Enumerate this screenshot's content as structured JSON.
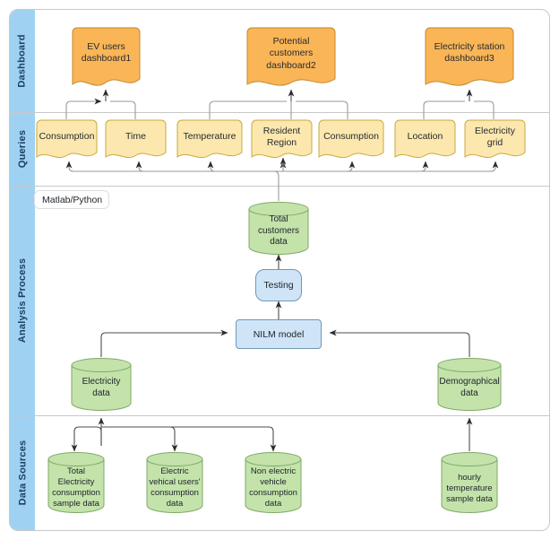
{
  "diagram": {
    "title": "EV data analysis architecture swimlane diagram",
    "colors": {
      "lane_band": "#9fd2f2",
      "dashboard_fill": "#fab557",
      "dashboard_stroke": "#c08a2e",
      "query_fill": "#fce8ae",
      "query_stroke": "#c8a93f",
      "data_fill": "#c3e3ab",
      "data_stroke": "#7fa867",
      "process_fill": "#cfe5f7",
      "process_stroke": "#6f97b5",
      "line": "#4d4d4d",
      "frame": "#c8c8c8"
    },
    "lanes": [
      {
        "id": "dashboard",
        "label": "Dashboard"
      },
      {
        "id": "queries",
        "label": "Queries"
      },
      {
        "id": "analysis",
        "label": "Analysis Process"
      },
      {
        "id": "sources",
        "label": "Data Sources"
      }
    ],
    "annotation": {
      "label": "Matlab/Python"
    },
    "dashboards": [
      {
        "id": "dashboard1",
        "label": "EV users\ndashboard1"
      },
      {
        "id": "dashboard2",
        "label": "Potential\ncustomers\ndashboard2"
      },
      {
        "id": "dashboard3",
        "label": "Electricity station\ndashboard3"
      }
    ],
    "queries": [
      {
        "id": "q-consumption-1",
        "label": "Consumption"
      },
      {
        "id": "q-time",
        "label": "Time"
      },
      {
        "id": "q-temperature",
        "label": "Temperature"
      },
      {
        "id": "q-resident-region",
        "label": "Resident\nRegion"
      },
      {
        "id": "q-consumption-2",
        "label": "Consumption"
      },
      {
        "id": "q-location",
        "label": "Location"
      },
      {
        "id": "q-electricity-grid",
        "label": "Electricity\ngrid"
      }
    ],
    "analysis": {
      "total_customers": {
        "id": "total-customers-data",
        "label": "Total\ncustomers\ndata"
      },
      "testing": {
        "id": "testing",
        "label": "Testing"
      },
      "nilm_model": {
        "id": "nilm-model",
        "label": "NILM model"
      },
      "electricity_data": {
        "id": "electricity-data",
        "label": "Electricity\ndata"
      },
      "demographical_data": {
        "id": "demographical-data",
        "label": "Demographical\ndata"
      }
    },
    "sources": [
      {
        "id": "total-electricity-consumption-sample-data",
        "label": "Total\nElectricity\nconsumption\nsample data"
      },
      {
        "id": "electric-vehical-users-consumption-data",
        "label": "Electric\nvehical users'\nconsumption\ndata"
      },
      {
        "id": "non-electric-vehicle-consumption-data",
        "label": "Non electric\nvehicle\nconsumption\ndata"
      },
      {
        "id": "hourly-temperature-sample-data",
        "label": "hourly\ntemperature\nsample data"
      }
    ]
  }
}
